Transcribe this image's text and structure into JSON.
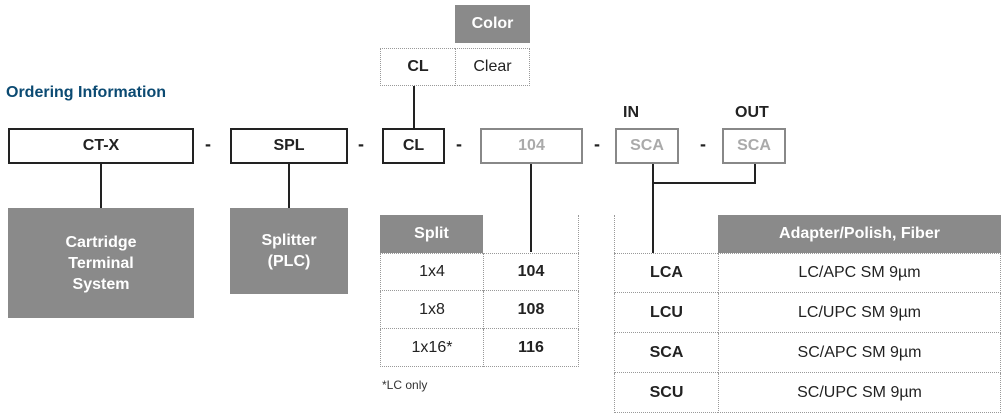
{
  "title": "Ordering Information",
  "separator": "-",
  "color_table": {
    "header": "Color",
    "code": "CL",
    "value": "Clear"
  },
  "port_labels": {
    "in": "IN",
    "out": "OUT"
  },
  "code_boxes": [
    "CT-X",
    "SPL",
    "CL",
    "104",
    "SCA",
    "SCA"
  ],
  "descriptions": {
    "cts_line1": "Cartridge",
    "cts_line2": "Terminal",
    "cts_line3": "System",
    "spl_line1": "Splitter",
    "spl_line2": "(PLC)"
  },
  "split_table": {
    "header": "Split",
    "rows": [
      {
        "split": "1x4",
        "code": "104"
      },
      {
        "split": "1x8",
        "code": "108"
      },
      {
        "split": "1x16*",
        "code": "116"
      }
    ],
    "note": "*LC only"
  },
  "adapter_table": {
    "header": "Adapter/Polish, Fiber",
    "rows": [
      {
        "code": "LCA",
        "desc": "LC/APC SM 9µm"
      },
      {
        "code": "LCU",
        "desc": "LC/UPC SM 9µm"
      },
      {
        "code": "SCA",
        "desc": "SC/APC SM 9µm"
      },
      {
        "code": "SCU",
        "desc": "SC/UPC SM 9µm"
      }
    ]
  },
  "colors": {
    "accent": "#0b4a72",
    "header_gray": "#8a8a8a",
    "muted_text": "#aaaaaa"
  }
}
